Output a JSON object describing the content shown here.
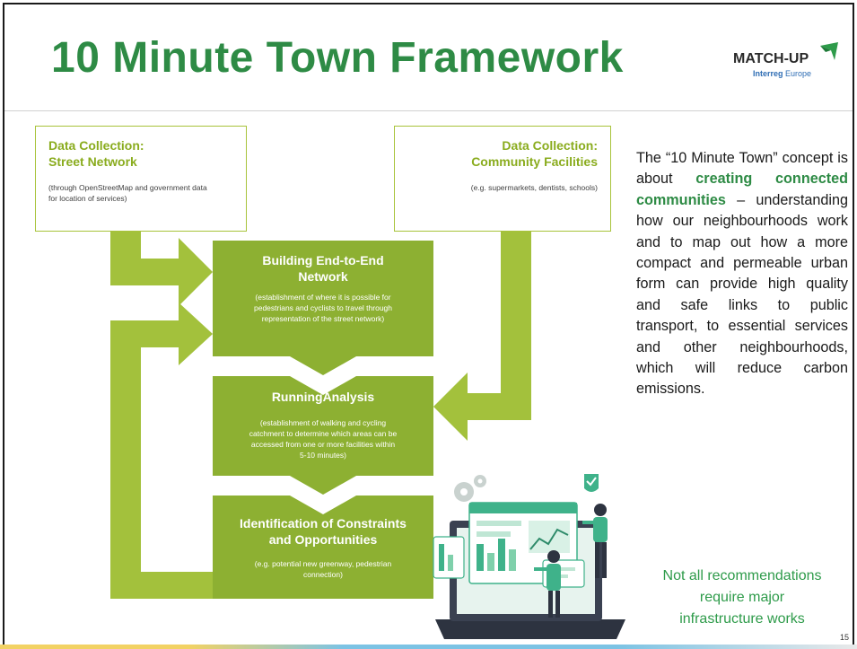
{
  "slide": {
    "title": "10 Minute Town Framework",
    "page_number": "15"
  },
  "logo": {
    "name": "MATCH-UP",
    "sub_brand": "Interreg",
    "sub_region": "Europe"
  },
  "diagram": {
    "input_left": {
      "title_line1": "Data Collection:",
      "title_line2": "Street Network",
      "description_line1": "(through OpenStreetMap and government data",
      "description_line2": "for location of services)"
    },
    "input_right": {
      "title_line1": "Data Collection:",
      "title_line2": "Community Facilities",
      "description": "(e.g. supermarkets, dentists, schools)"
    },
    "steps": [
      {
        "title_line1": "Building End-to-End",
        "title_line2": "Network",
        "description_line1": "(establishment of where it is possible for",
        "description_line2": "pedestrians and cyclists to travel through",
        "description_line3": "representation of the street network)"
      },
      {
        "title_line1": "RunningAnalysis",
        "title_line2": "",
        "description_line1": "(establishment of walking and cycling",
        "description_line2": "catchment to determine which areas can be",
        "description_line3": "accessed from one or more facilities within",
        "description_line4": "5-10 minutes)"
      },
      {
        "title_line1": "Identification of Constraints",
        "title_line2": "and Opportunities",
        "description_line1": "(e.g. potential new greenway, pedestrian",
        "description_line2": "connection)"
      }
    ],
    "colors": {
      "arrow_green": "#a3c13c",
      "box_green": "#8db032",
      "box_border": "#a8c33a"
    }
  },
  "body": {
    "intro": "The “10 Minute Town” concept is about",
    "highlight": "creating connected communities",
    "rest": "– understanding how our neighbourhoods work and to map out how a more compact and permeable urban form can provide high quality and safe links to public transport, to essential services and other neighbourhoods, which will reduce carbon emissions."
  },
  "note": {
    "line1": "Not all recommendations",
    "line2": "require major",
    "line3": "infrastructure works"
  },
  "colors": {
    "title_green": "#2e8b45",
    "note_green": "#2e9b4a",
    "body_text": "#1a1a1a"
  }
}
